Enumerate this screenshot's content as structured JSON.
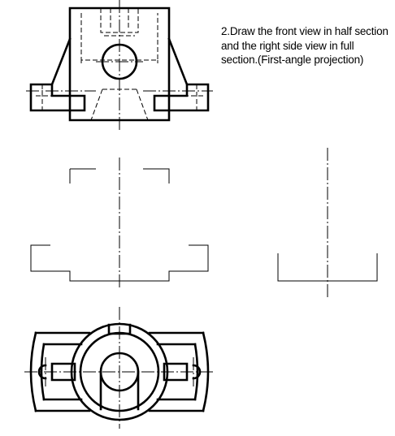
{
  "problem": {
    "text": "2.Draw the front view in half section and the right side view in full section.(First-angle projection)"
  },
  "views": {
    "given_front": "front view",
    "incomplete_front": "half-section front view outline",
    "incomplete_side": "full-section right side view outline",
    "given_top": "top view"
  },
  "colors": {
    "line": "#000000",
    "background": "#ffffff"
  }
}
